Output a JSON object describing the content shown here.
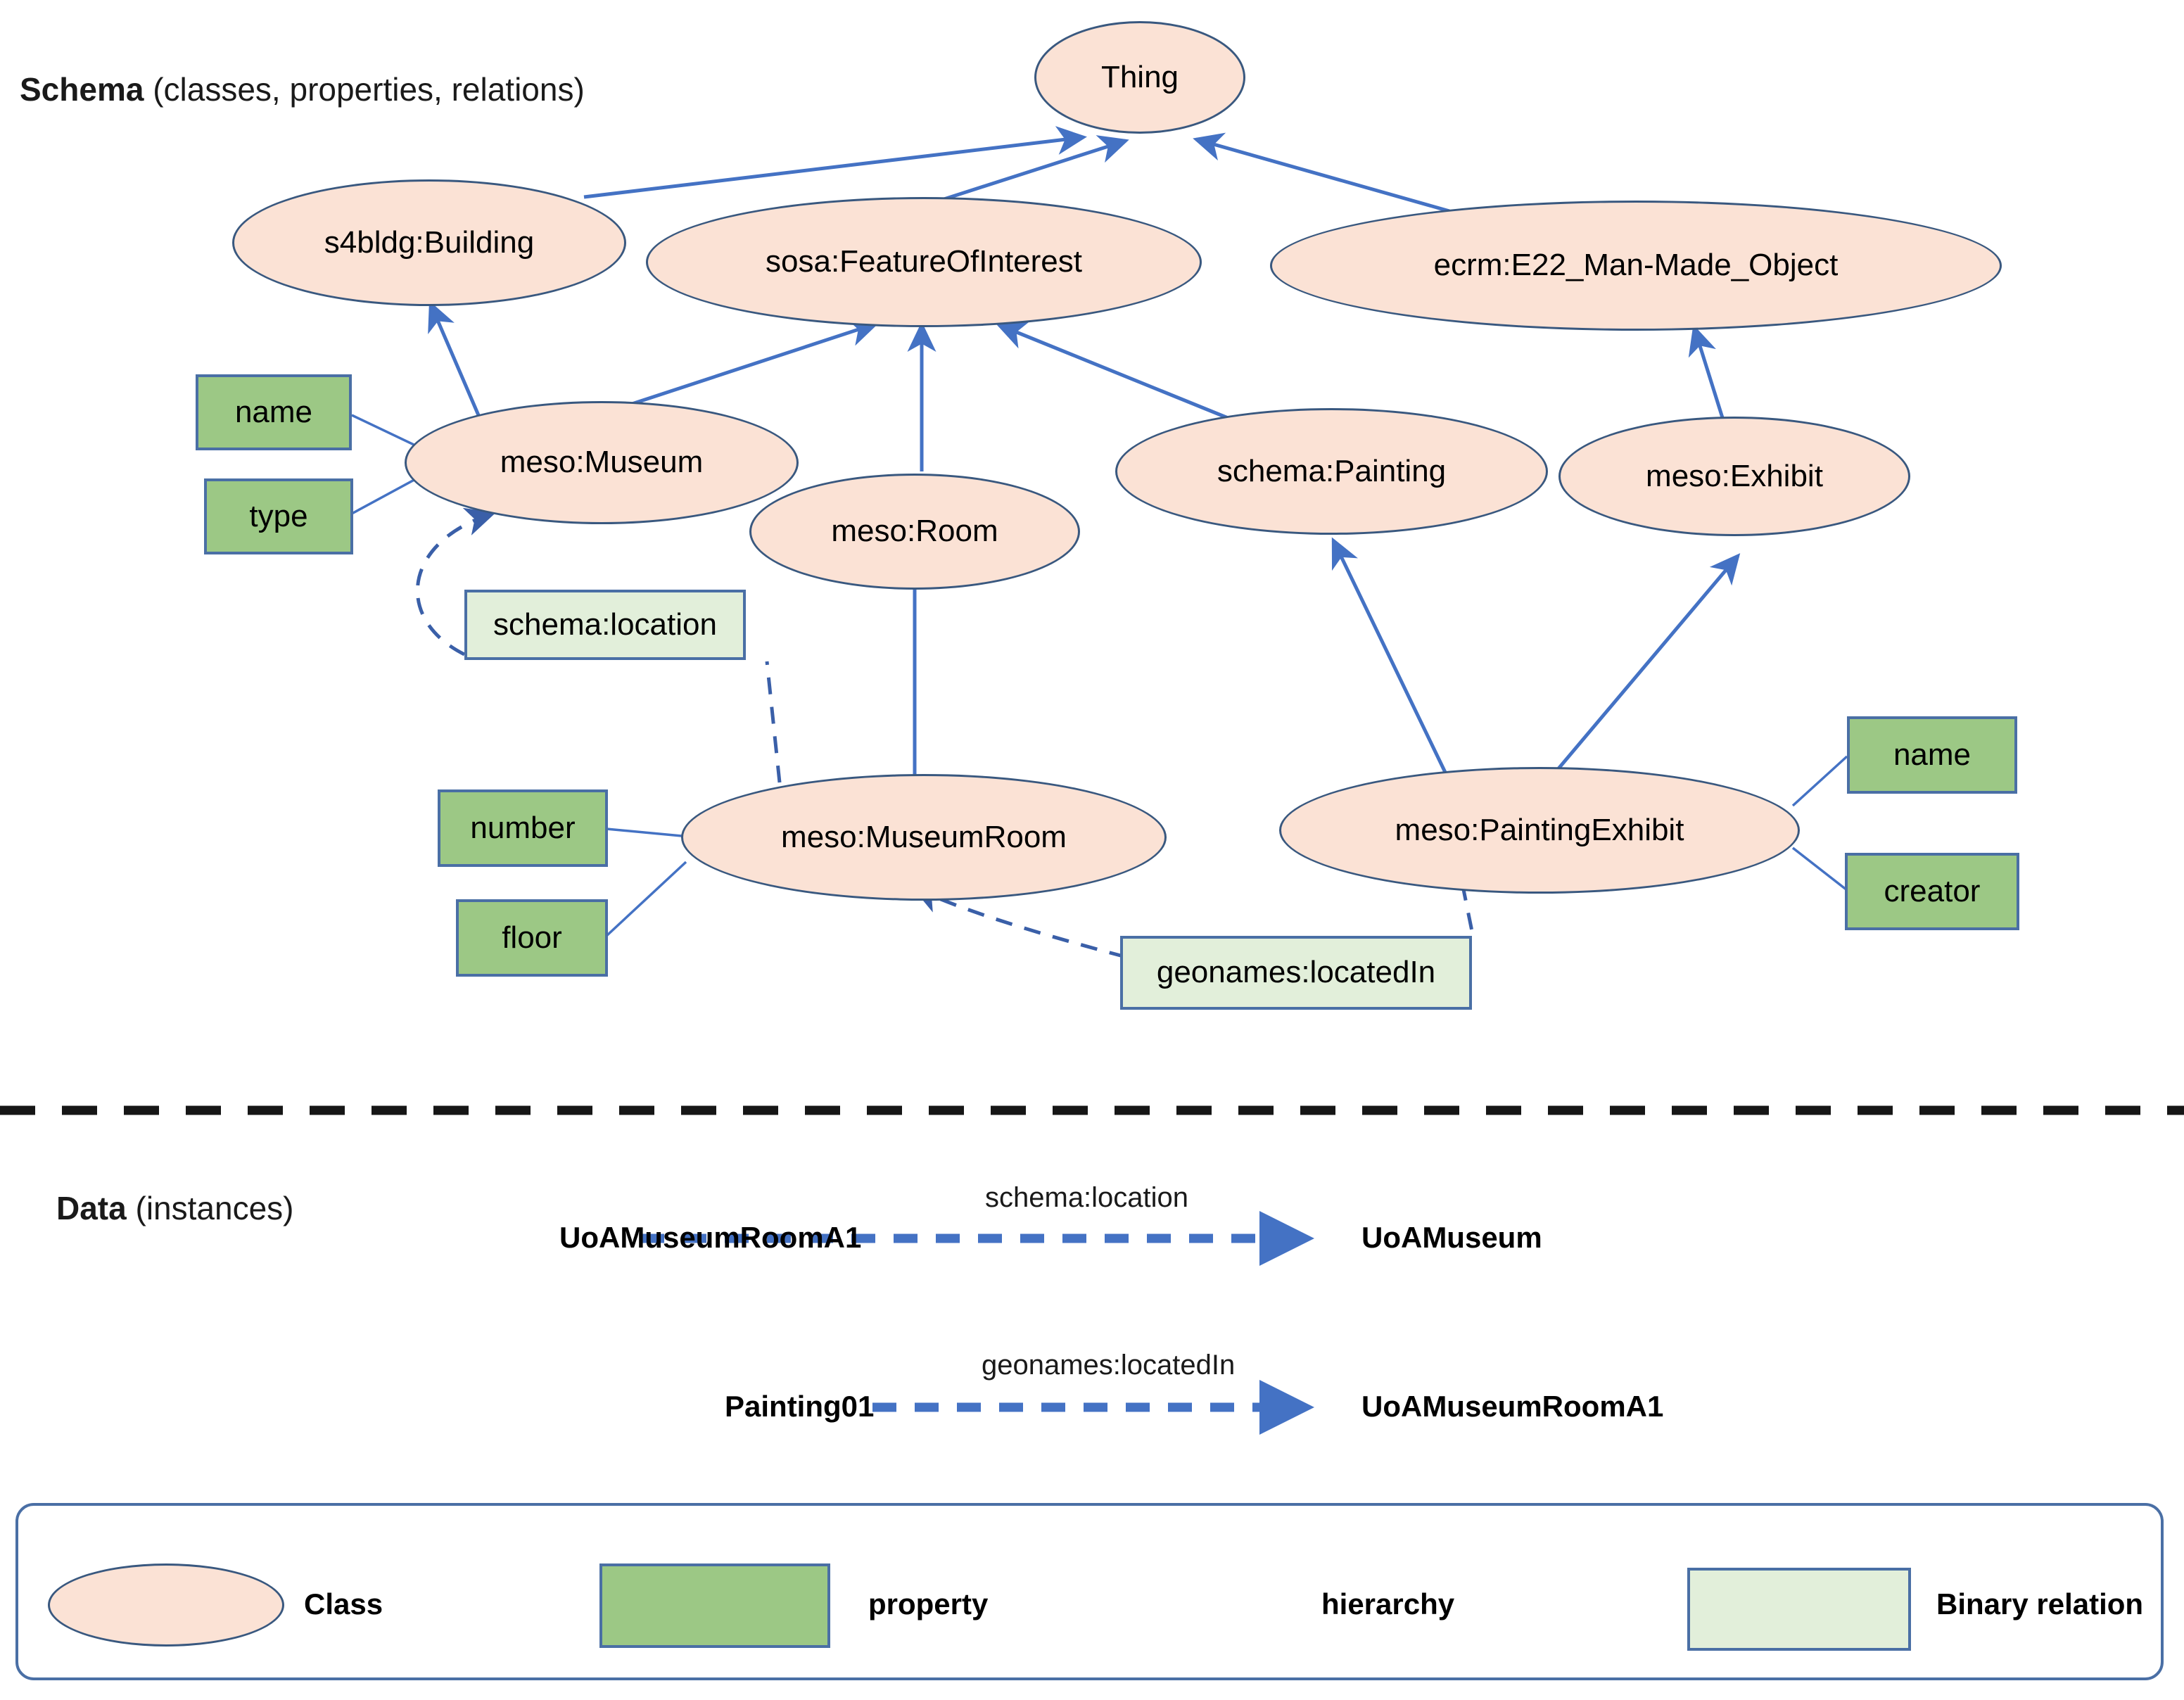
{
  "sections": {
    "schema": {
      "bold": "Schema",
      "rest": " (classes, properties, relations)"
    },
    "data": {
      "bold": "Data",
      "rest": " (instances)"
    }
  },
  "colors": {
    "class_fill": "#FBE2D5",
    "class_stroke": "#39587F",
    "property_fill": "#9CC885",
    "property_stroke": "#4A6FA5",
    "relation_fill": "#E2EFDA",
    "relation_stroke": "#4A6FA5",
    "edge": "#4472C4",
    "separator": "#161616"
  },
  "classes": [
    {
      "id": "thing",
      "label": "Thing"
    },
    {
      "id": "s4bldg_building",
      "label": "s4bldg:Building"
    },
    {
      "id": "sosa_foi",
      "label": "sosa:FeatureOfInterest"
    },
    {
      "id": "ecrm_e22",
      "label": "ecrm:E22_Man-Made_Object"
    },
    {
      "id": "meso_museum",
      "label": "meso:Museum"
    },
    {
      "id": "meso_room",
      "label": "meso:Room"
    },
    {
      "id": "schema_painting",
      "label": "schema:Painting"
    },
    {
      "id": "meso_exhibit",
      "label": "meso:Exhibit"
    },
    {
      "id": "meso_museumroom",
      "label": "meso:MuseumRoom"
    },
    {
      "id": "meso_paintingexhibit",
      "label": "meso:PaintingExhibit"
    }
  ],
  "properties": [
    {
      "id": "museum_name",
      "label": "name",
      "owner": "meso:Museum"
    },
    {
      "id": "museum_type",
      "label": "type",
      "owner": "meso:Museum"
    },
    {
      "id": "room_number",
      "label": "number",
      "owner": "meso:MuseumRoom"
    },
    {
      "id": "room_floor",
      "label": "floor",
      "owner": "meso:MuseumRoom"
    },
    {
      "id": "exhibit_name",
      "label": "name",
      "owner": "meso:PaintingExhibit"
    },
    {
      "id": "exhibit_creator",
      "label": "creator",
      "owner": "meso:PaintingExhibit"
    }
  ],
  "relations": [
    {
      "id": "schema_location",
      "label": "schema:location",
      "from": "meso:MuseumRoom",
      "to": "meso:Museum"
    },
    {
      "id": "geonames_locatedin",
      "label": "geonames:locatedIn",
      "from": "meso:PaintingExhibit",
      "to": "meso:MuseumRoom"
    }
  ],
  "hierarchy_edges": [
    {
      "from": "s4bldg:Building",
      "to": "Thing"
    },
    {
      "from": "sosa:FeatureOfInterest",
      "to": "Thing"
    },
    {
      "from": "ecrm:E22_Man-Made_Object",
      "to": "Thing"
    },
    {
      "from": "meso:Museum",
      "to": "s4bldg:Building"
    },
    {
      "from": "meso:Museum",
      "to": "sosa:FeatureOfInterest"
    },
    {
      "from": "meso:Room",
      "to": "sosa:FeatureOfInterest"
    },
    {
      "from": "schema:Painting",
      "to": "sosa:FeatureOfInterest"
    },
    {
      "from": "meso:Exhibit",
      "to": "ecrm:E22_Man-Made_Object"
    },
    {
      "from": "meso:MuseumRoom",
      "to": "meso:Room"
    },
    {
      "from": "meso:PaintingExhibit",
      "to": "schema:Painting"
    },
    {
      "from": "meso:PaintingExhibit",
      "to": "meso:Exhibit"
    }
  ],
  "instances": [
    {
      "id": "inst1",
      "subject": "UoAMuseumRoomA1",
      "predicate": "schema:location",
      "object": "UoAMuseum"
    },
    {
      "id": "inst2",
      "subject": "Painting01",
      "predicate": "geonames:locatedIn",
      "object": "UoAMuseumRoomA1"
    }
  ],
  "legend": [
    {
      "id": "class",
      "label": "Class",
      "shape": "ellipse"
    },
    {
      "id": "property",
      "label": "property",
      "shape": "rect-green"
    },
    {
      "id": "hierarchy",
      "label": "hierarchy",
      "shape": "solid-arrow"
    },
    {
      "id": "binary-relation",
      "label": "Binary relation",
      "shape": "rect-lightgreen-dashed-arrow"
    }
  ]
}
